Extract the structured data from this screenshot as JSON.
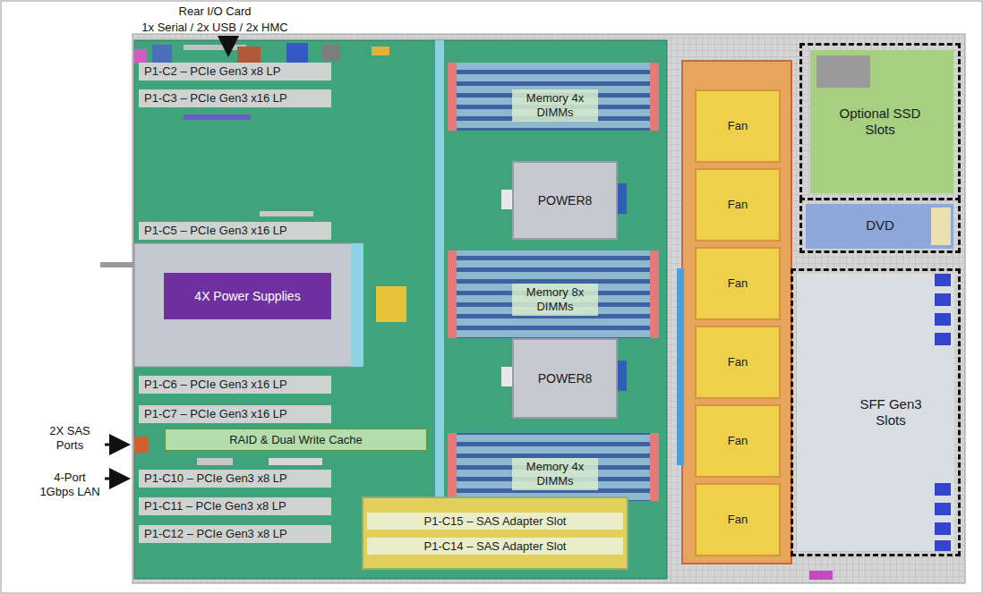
{
  "diagram": {
    "nodes": [
      {
        "text": [
          "P1-C2 – PCIe Gen3 x8 LP"
        ]
      },
      {
        "text": [
          "P1-C3 – PCIe Gen3 x16 LP"
        ]
      },
      {
        "text": [
          "P1-C5 – PCIe Gen3 x16 LP"
        ]
      },
      {
        "text": [
          "4X Power Supplies"
        ]
      },
      {
        "text": [
          "P1-C6 – PCIe Gen3 x16 LP"
        ]
      },
      {
        "text": [
          "P1-C7 – PCIe Gen3 x16 LP"
        ]
      },
      {
        "text": [
          "RAID & Dual Write Cache"
        ]
      },
      {
        "text": [
          "P1-C10 – PCIe Gen3 x8 LP"
        ]
      },
      {
        "text": [
          "P1-C11 – PCIe Gen3 x8 LP"
        ]
      },
      {
        "text": [
          "P1-C12 – PCIe Gen3 x8 LP"
        ]
      },
      {
        "text": [
          "Memory 4x DIMMs"
        ]
      },
      {
        "text": [
          "POWER8"
        ]
      },
      {
        "text": [
          "Memory 8x DIMMs"
        ]
      },
      {
        "text": [
          "POWER8"
        ]
      },
      {
        "text": [
          "Memory 4x DIMMs"
        ]
      },
      {
        "text": [
          "P1-C15 – SAS Adapter Slot"
        ]
      },
      {
        "text": [
          "P1-C14 – SAS Adapter Slot"
        ]
      },
      {
        "text": [
          "Fan"
        ]
      },
      {
        "text": [
          "Fan"
        ]
      },
      {
        "text": [
          "Fan"
        ]
      },
      {
        "text": [
          "Fan"
        ]
      },
      {
        "text": [
          "Fan"
        ]
      },
      {
        "text": [
          "Fan"
        ]
      },
      {
        "text": [
          "Optional SSD Slots"
        ]
      },
      {
        "text": [
          "DVD"
        ]
      },
      {
        "text": [
          "SFF Gen3 Slots"
        ]
      }
    ],
    "labels": [
      "Rear I/O Card",
      "1x Serial / 2x USB / 2x HMC",
      "2X SAS Ports",
      "4-Port 1Gbps LAN"
    ]
  }
}
